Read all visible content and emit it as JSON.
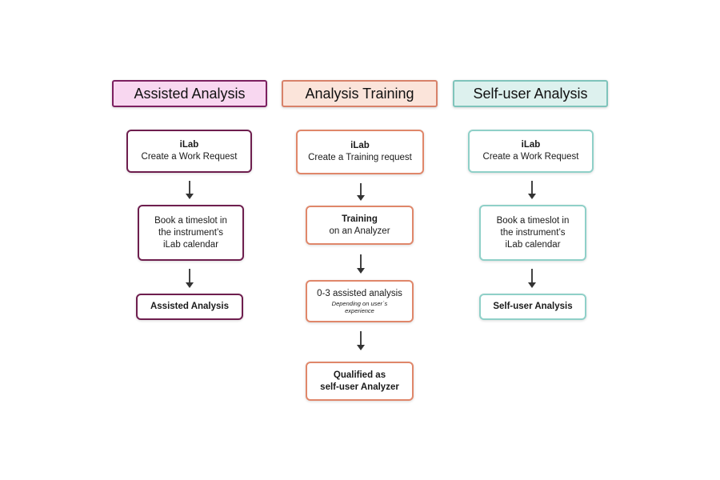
{
  "columns": [
    {
      "header": "Assisted Analysis",
      "steps": [
        {
          "title": "iLab",
          "text": "Create a Work Request"
        },
        {
          "line1": "Book a timeslot in",
          "line2": "the instrument’s",
          "line3": "iLab calendar"
        },
        {
          "title": "Assisted Analysis"
        }
      ]
    },
    {
      "header": "Analysis Training",
      "steps": [
        {
          "title": "iLab",
          "text": "Create a Training request"
        },
        {
          "title": "Training",
          "text": "on an Analyzer"
        },
        {
          "text": "0-3 assisted analysis",
          "note1": "Depending on user´s",
          "note2": "experience"
        },
        {
          "title1": "Qualified as",
          "title2": "self-user Analyzer"
        }
      ]
    },
    {
      "header": "Self-user Analysis",
      "steps": [
        {
          "title": "iLab",
          "text": "Create a Work Request"
        },
        {
          "line1": "Book a timeslot in",
          "line2": "the instrument’s",
          "line3": "iLab calendar"
        },
        {
          "title": "Self-user Analysis"
        }
      ]
    }
  ],
  "colors": {
    "assisted_border": "#6e1e4e",
    "assisted_fill": "#f8d7f0",
    "training_border": "#e0876a",
    "training_fill": "#fbe4da",
    "selfuser_border": "#8fd0c8",
    "selfuser_fill": "#ddf1ee",
    "arrow": "#333333"
  }
}
